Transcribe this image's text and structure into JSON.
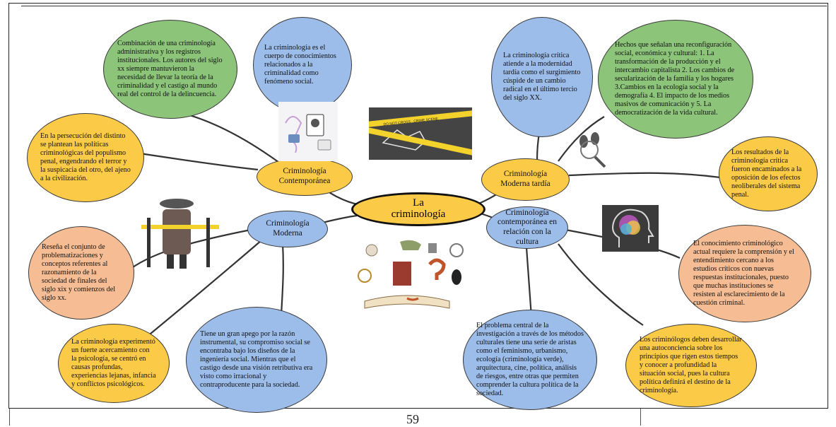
{
  "title": "La criminología",
  "page_number": "59",
  "hubs": {
    "contemporanea": "Criminología Contemporánea",
    "moderna_tardia": "Criminología Moderna tardía",
    "moderna": "Criminología Moderna",
    "cultura": "Criminología contemporánea en relación con la cultura"
  },
  "leaves": {
    "administrativa": "Combinación de una criminología administrativa y los registros institucionales. Los autores del siglo xx siempre mantuvieron la necesidad de llevar la teoría de la criminalidad y el castigo al mundo real del control de la delincuencia.",
    "cuerpo": "La criminología es el cuerpo de conocimientos relacionados a la criminalidad como fenómeno social.",
    "persecucion": "En la persecución del distinto se plantean las políticas criminológicas del populismo penal, engendrando el terror y la suspicacia del otro, del ajeno a la civilización.",
    "critica": "La criminología crítica atiende a la modernidad tardía como el surgimiento cúspide de un cambio radical en el último tercio del siglo XX.",
    "hechos": "Hechos que señalan una reconfiguración social, económica y cultural: 1. La transformación de la producción y el intercambio capitalista 2. Los cambios de secularización de la familia y los hogares 3.Cambios en la ecología social y la demografía 4. El impacto de los medios masivos de comunicación y 5. La democratización de la vida cultural.",
    "resultados": "Los resultados de la criminología crítica fueron encaminados a la oposición de los efectos neoliberales del sistema penal.",
    "resena": "Reseña el conjunto de problematizaciones y conceptos referentes al razonamiento de la sociedad de finales del siglo xix y comienzos del siglo xx.",
    "psicologia": "La criminología experimentó un fuerte acercamiento con la psicología, se centró en causas profundas, experiencias lejanas, infancia y conflictos psicológicos.",
    "apego": "Tiene un gran apego por la razón instrumental, su compromiso social se encontraba bajo los diseños de la ingeniería social. Mientras que el castigo desde una visión retributiva era visto como irracional y contraproducente para la sociedad.",
    "problema": "El problema central de la investigación a través de los métodos culturales tiene una serie de aristas como el feminismo, urbanismo, ecología (criminología verde), arquitectura, cine, política, análisis de riesgos, entre otras que permiten comprender la cultura política de la sociedad.",
    "conocimiento": "El conocimiento criminológico actual requiere la comprensión y el entendimiento cercano a los estudios críticos con nuevas respuestas institucionales, puesto que muchas instituciones se resisten al esclarecimiento de la cuestión criminal.",
    "criminologos": "Los criminólogos deben desarrollar una autoconciencia sobre los principios que rigen estos tiempos y conocer a profundidad la situación social, pues la cultura política definirá el destino de la criminología."
  },
  "tape_text": "DO NOT CROSS · CRIME SCENE",
  "colors": {
    "green": "#8cc47a",
    "blue": "#9cbcea",
    "yellow": "#fbca46",
    "peach": "#f6bd94"
  }
}
